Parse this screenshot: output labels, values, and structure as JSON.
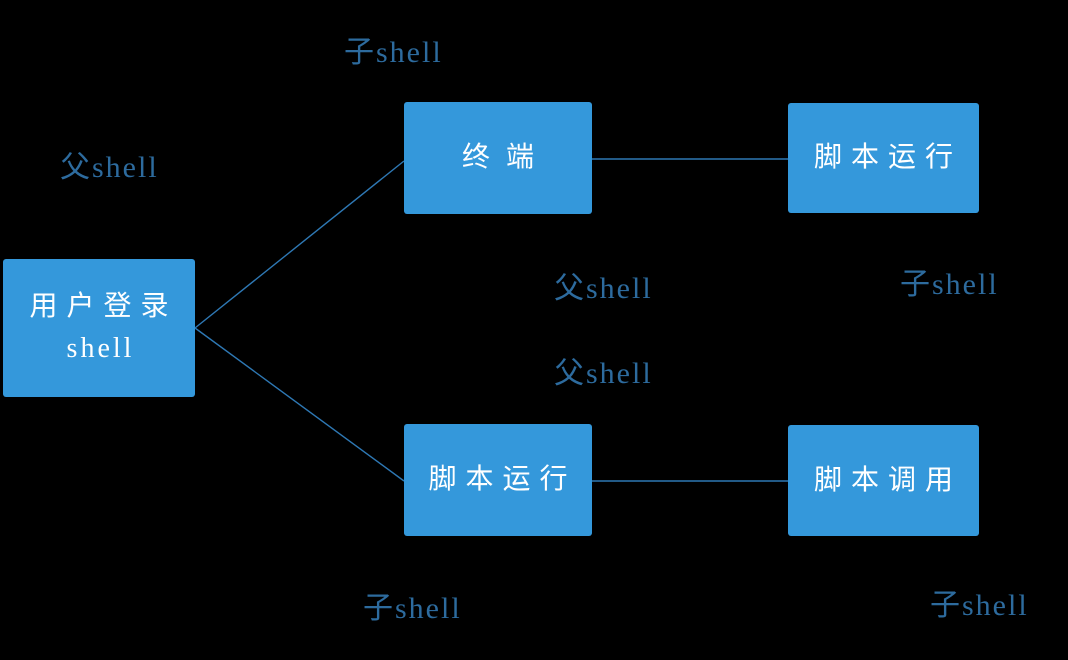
{
  "colors": {
    "background": "#000000",
    "node_fill": "#3498db",
    "node_text": "#ffffff",
    "connector": "#2e78b4",
    "label_text": "#2d6b9e"
  },
  "nodes": {
    "user_login": {
      "line1": "用户登录",
      "line2": "shell"
    },
    "terminal": {
      "label": "终端"
    },
    "script_run_top": {
      "label": "脚本运行"
    },
    "script_run_bottom": {
      "label": "脚本运行"
    },
    "script_call": {
      "label": "脚本调用"
    }
  },
  "labels": {
    "parent_shell_left": "父shell",
    "child_shell_top": "子shell",
    "parent_shell_mid_upper": "父shell",
    "parent_shell_mid_lower": "父shell",
    "child_shell_right": "子shell",
    "child_shell_bottom_mid": "子shell",
    "child_shell_bottom_right": "子shell"
  }
}
